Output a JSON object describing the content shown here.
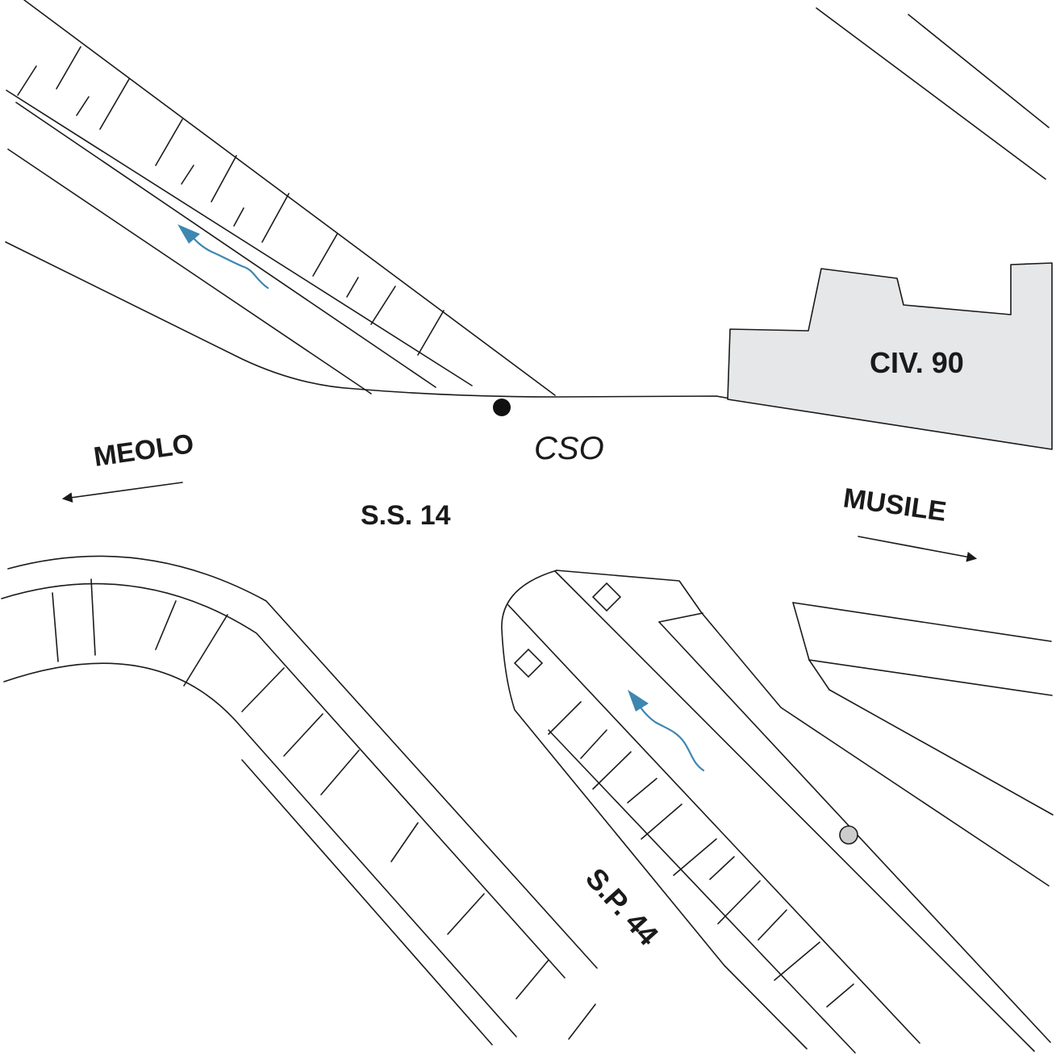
{
  "labels": {
    "meolo": "MEOLO",
    "musile": "MUSILE",
    "ss14": "S.S. 14",
    "cso": "CSO",
    "civ90": "CIV. 90",
    "sp44": "S.P. 44"
  },
  "colors": {
    "line": "#1a1a1a",
    "building_fill": "#e6e7e8",
    "flow_arrow": "#3d87b0",
    "cso_point": "#111111",
    "manhole_point": "#cccccc"
  }
}
